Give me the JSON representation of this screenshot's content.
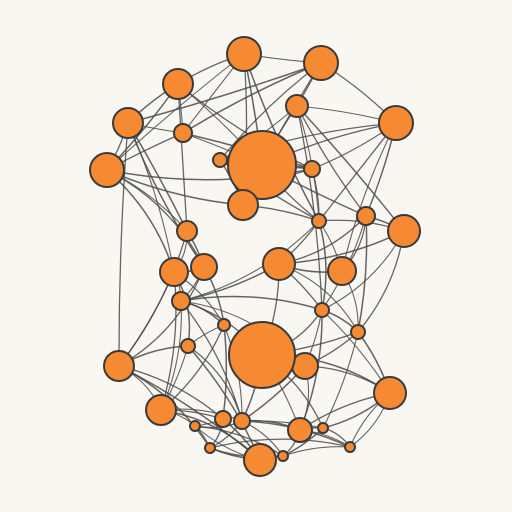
{
  "diagram": {
    "type": "network-graph",
    "colors": {
      "background": "#f8f7f2",
      "node_fill": "#f58a32",
      "node_stroke": "#3a3a3a",
      "edge": "#4a4a4a"
    },
    "nodes": [
      {
        "id": "n1"
      },
      {
        "id": "n2"
      },
      {
        "id": "n3"
      },
      {
        "id": "n4"
      },
      {
        "id": "n5"
      },
      {
        "id": "n6"
      },
      {
        "id": "n7"
      },
      {
        "id": "n8"
      },
      {
        "id": "n9"
      },
      {
        "id": "n10"
      },
      {
        "id": "n11"
      },
      {
        "id": "n12"
      },
      {
        "id": "n13"
      },
      {
        "id": "n14"
      },
      {
        "id": "n15"
      },
      {
        "id": "n16"
      },
      {
        "id": "n17"
      },
      {
        "id": "n18"
      },
      {
        "id": "n19"
      },
      {
        "id": "n20"
      },
      {
        "id": "n21"
      },
      {
        "id": "n22"
      },
      {
        "id": "n23"
      },
      {
        "id": "n24"
      },
      {
        "id": "n25"
      },
      {
        "id": "n26"
      },
      {
        "id": "n27"
      },
      {
        "id": "n28"
      },
      {
        "id": "n29"
      },
      {
        "id": "n30"
      },
      {
        "id": "n31"
      },
      {
        "id": "n32"
      },
      {
        "id": "n33"
      },
      {
        "id": "n34"
      },
      {
        "id": "n35"
      },
      {
        "id": "n36"
      },
      {
        "id": "n37"
      },
      {
        "id": "n38"
      },
      {
        "id": "n39"
      }
    ],
    "edges": [
      [
        "n1",
        "n2"
      ],
      [
        "n1",
        "n4"
      ],
      [
        "n1",
        "n7"
      ],
      [
        "n1",
        "n8"
      ],
      [
        "n1",
        "n10"
      ],
      [
        "n1",
        "n14"
      ],
      [
        "n1",
        "n13"
      ],
      [
        "n2",
        "n3"
      ],
      [
        "n2",
        "n6"
      ],
      [
        "n2",
        "n7"
      ],
      [
        "n2",
        "n9"
      ],
      [
        "n2",
        "n8"
      ],
      [
        "n3",
        "n6"
      ],
      [
        "n3",
        "n7"
      ],
      [
        "n3",
        "n12"
      ],
      [
        "n3",
        "n17"
      ],
      [
        "n3",
        "n14"
      ],
      [
        "n4",
        "n5"
      ],
      [
        "n4",
        "n8"
      ],
      [
        "n4",
        "n15"
      ],
      [
        "n4",
        "n13"
      ],
      [
        "n4",
        "n7"
      ],
      [
        "n4",
        "n11"
      ],
      [
        "n5",
        "n15"
      ],
      [
        "n5",
        "n20"
      ],
      [
        "n5",
        "n13"
      ],
      [
        "n5",
        "n19"
      ],
      [
        "n5",
        "n8"
      ],
      [
        "n5",
        "n24"
      ],
      [
        "n6",
        "n7"
      ],
      [
        "n6",
        "n9"
      ],
      [
        "n6",
        "n12"
      ],
      [
        "n6",
        "n16"
      ],
      [
        "n6",
        "n14"
      ],
      [
        "n6",
        "n22"
      ],
      [
        "n7",
        "n9"
      ],
      [
        "n7",
        "n11"
      ],
      [
        "n7",
        "n14"
      ],
      [
        "n7",
        "n12"
      ],
      [
        "n7",
        "n10"
      ],
      [
        "n8",
        "n13"
      ],
      [
        "n8",
        "n11"
      ],
      [
        "n8",
        "n7"
      ],
      [
        "n9",
        "n14"
      ],
      [
        "n9",
        "n10"
      ],
      [
        "n9",
        "n11"
      ],
      [
        "n10",
        "n14"
      ],
      [
        "n10",
        "n13"
      ],
      [
        "n10",
        "n11"
      ],
      [
        "n11",
        "n7"
      ],
      [
        "n11",
        "n13"
      ],
      [
        "n11",
        "n14"
      ],
      [
        "n12",
        "n17"
      ],
      [
        "n12",
        "n16"
      ],
      [
        "n12",
        "n22"
      ],
      [
        "n12",
        "n18"
      ],
      [
        "n12",
        "n23"
      ],
      [
        "n13",
        "n15"
      ],
      [
        "n13",
        "n19"
      ],
      [
        "n13",
        "n20"
      ],
      [
        "n14",
        "n17"
      ],
      [
        "n14",
        "n18"
      ],
      [
        "n14",
        "n22"
      ],
      [
        "n14",
        "n21"
      ],
      [
        "n14",
        "n16"
      ],
      [
        "n15",
        "n19"
      ],
      [
        "n15",
        "n20"
      ],
      [
        "n15",
        "n24"
      ],
      [
        "n16",
        "n18"
      ],
      [
        "n16",
        "n22"
      ],
      [
        "n16",
        "n23"
      ],
      [
        "n17",
        "n18"
      ],
      [
        "n17",
        "n23"
      ],
      [
        "n18",
        "n22"
      ],
      [
        "n18",
        "n21"
      ],
      [
        "n18",
        "n23"
      ],
      [
        "n18",
        "n27"
      ],
      [
        "n19",
        "n20"
      ],
      [
        "n19",
        "n21"
      ],
      [
        "n19",
        "n24"
      ],
      [
        "n19",
        "n28"
      ],
      [
        "n20",
        "n21"
      ],
      [
        "n20",
        "n24"
      ],
      [
        "n20",
        "n25"
      ],
      [
        "n20",
        "n28"
      ],
      [
        "n20",
        "n29"
      ],
      [
        "n21",
        "n22"
      ],
      [
        "n21",
        "n26"
      ],
      [
        "n21",
        "n27"
      ],
      [
        "n21",
        "n28"
      ],
      [
        "n21",
        "n29"
      ],
      [
        "n21",
        "n30"
      ],
      [
        "n22",
        "n23"
      ],
      [
        "n22",
        "n26"
      ],
      [
        "n22",
        "n27"
      ],
      [
        "n22",
        "n31"
      ],
      [
        "n22",
        "n33"
      ],
      [
        "n23",
        "n26"
      ],
      [
        "n23",
        "n33"
      ],
      [
        "n23",
        "n34"
      ],
      [
        "n23",
        "n27"
      ],
      [
        "n24",
        "n25"
      ],
      [
        "n24",
        "n29"
      ],
      [
        "n24",
        "n32"
      ],
      [
        "n24",
        "n35"
      ],
      [
        "n25",
        "n29"
      ],
      [
        "n25",
        "n30"
      ],
      [
        "n25",
        "n35"
      ],
      [
        "n25",
        "n28"
      ],
      [
        "n26",
        "n27"
      ],
      [
        "n26",
        "n30"
      ],
      [
        "n26",
        "n31"
      ],
      [
        "n26",
        "n33"
      ],
      [
        "n27",
        "n30"
      ],
      [
        "n27",
        "n31"
      ],
      [
        "n27",
        "n34"
      ],
      [
        "n27",
        "n33"
      ],
      [
        "n28",
        "n30"
      ],
      [
        "n28",
        "n29"
      ],
      [
        "n28",
        "n32"
      ],
      [
        "n29",
        "n30"
      ],
      [
        "n29",
        "n32"
      ],
      [
        "n29",
        "n35"
      ],
      [
        "n29",
        "n36"
      ],
      [
        "n30",
        "n31"
      ],
      [
        "n30",
        "n36"
      ],
      [
        "n30",
        "n37"
      ],
      [
        "n30",
        "n38"
      ],
      [
        "n30",
        "n39"
      ],
      [
        "n30",
        "n34"
      ],
      [
        "n31",
        "n33"
      ],
      [
        "n31",
        "n34"
      ],
      [
        "n31",
        "n39"
      ],
      [
        "n31",
        "n37"
      ],
      [
        "n32",
        "n35"
      ],
      [
        "n32",
        "n36"
      ],
      [
        "n32",
        "n38"
      ],
      [
        "n33",
        "n34"
      ],
      [
        "n33",
        "n39"
      ],
      [
        "n34",
        "n39"
      ],
      [
        "n34",
        "n37"
      ],
      [
        "n35",
        "n36"
      ],
      [
        "n35",
        "n38"
      ],
      [
        "n35",
        "n37"
      ],
      [
        "n36",
        "n38"
      ],
      [
        "n36",
        "n37"
      ],
      [
        "n37",
        "n38"
      ],
      [
        "n37",
        "n39"
      ],
      [
        "n38",
        "n39"
      ],
      [
        "n2",
        "n5"
      ],
      [
        "n3",
        "n11"
      ],
      [
        "n9",
        "n3"
      ],
      [
        "n24",
        "n38"
      ],
      [
        "n39",
        "n33"
      ]
    ]
  }
}
